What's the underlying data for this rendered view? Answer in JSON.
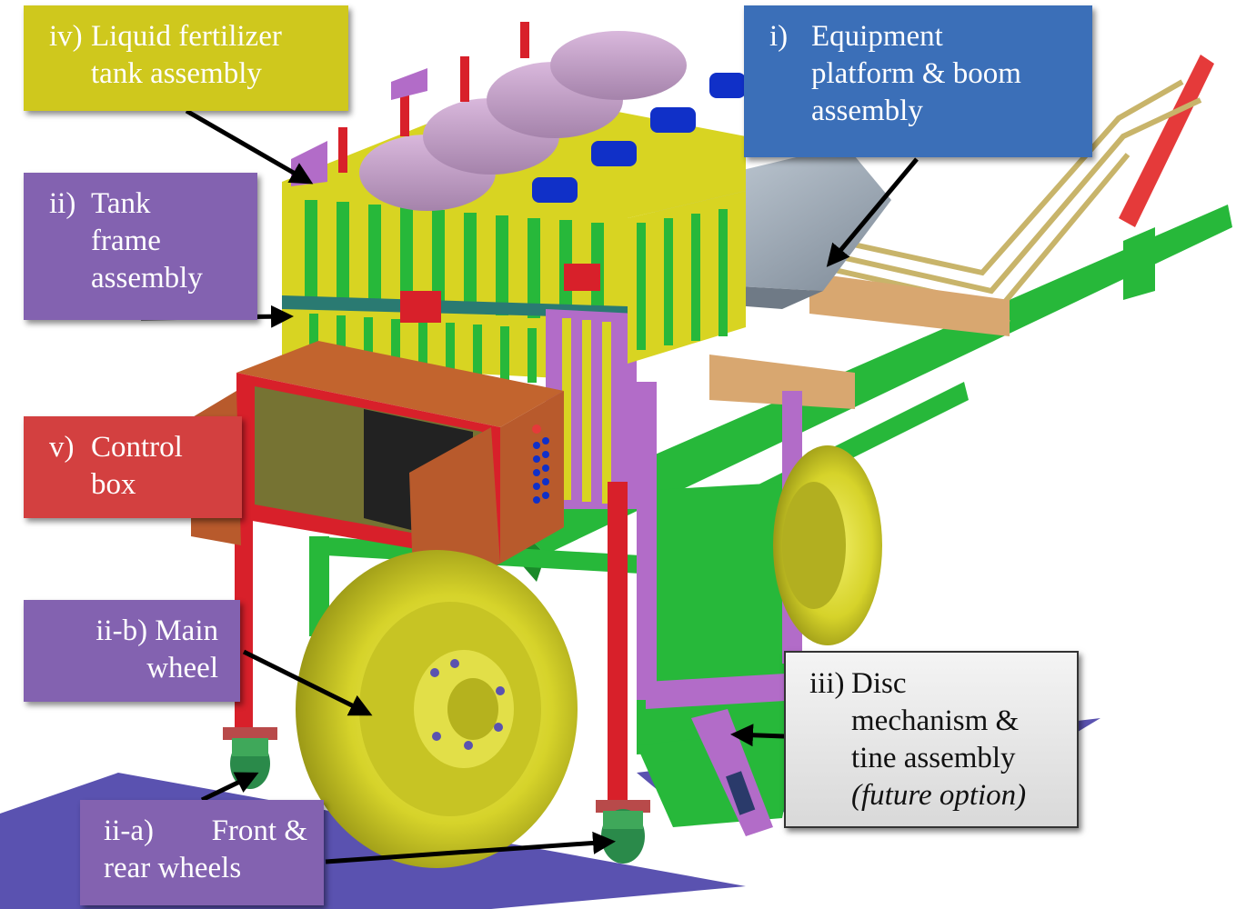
{
  "colors": {
    "frame_yellow": "#d8d422",
    "frame_green": "#27b83a",
    "frame_red": "#d8202a",
    "frame_violet": "#b26cc8",
    "tank_lavender": "#c8a2cc",
    "control_box_brown": "#b85a2c",
    "pump_blue": "#1030c8",
    "ground_blue": "#5a52b0",
    "hopper_grey": "#9aa6b4"
  },
  "labels": {
    "liquid_tank": {
      "number": "iv)",
      "lines": [
        "Liquid fertilizer",
        "tank assembly"
      ]
    },
    "equipment_platform": {
      "number": "i)",
      "lines": [
        "Equipment",
        "platform & boom",
        "assembly"
      ]
    },
    "tank_frame": {
      "number": "ii)",
      "lines": [
        "Tank",
        "frame",
        "assembly"
      ]
    },
    "control_box": {
      "number": "v)",
      "lines": [
        "Control",
        "box"
      ]
    },
    "main_wheel": {
      "number": "ii-b)",
      "lines": [
        "Main",
        "wheel"
      ]
    },
    "front_rear_wheels": {
      "number": "ii-a)",
      "lines": [
        "Front &",
        "rear wheels"
      ]
    },
    "disc_mechanism": {
      "number": "iii)",
      "lines": [
        "Disc",
        "mechanism &",
        "tine assembly"
      ],
      "note": "(future option)"
    }
  }
}
